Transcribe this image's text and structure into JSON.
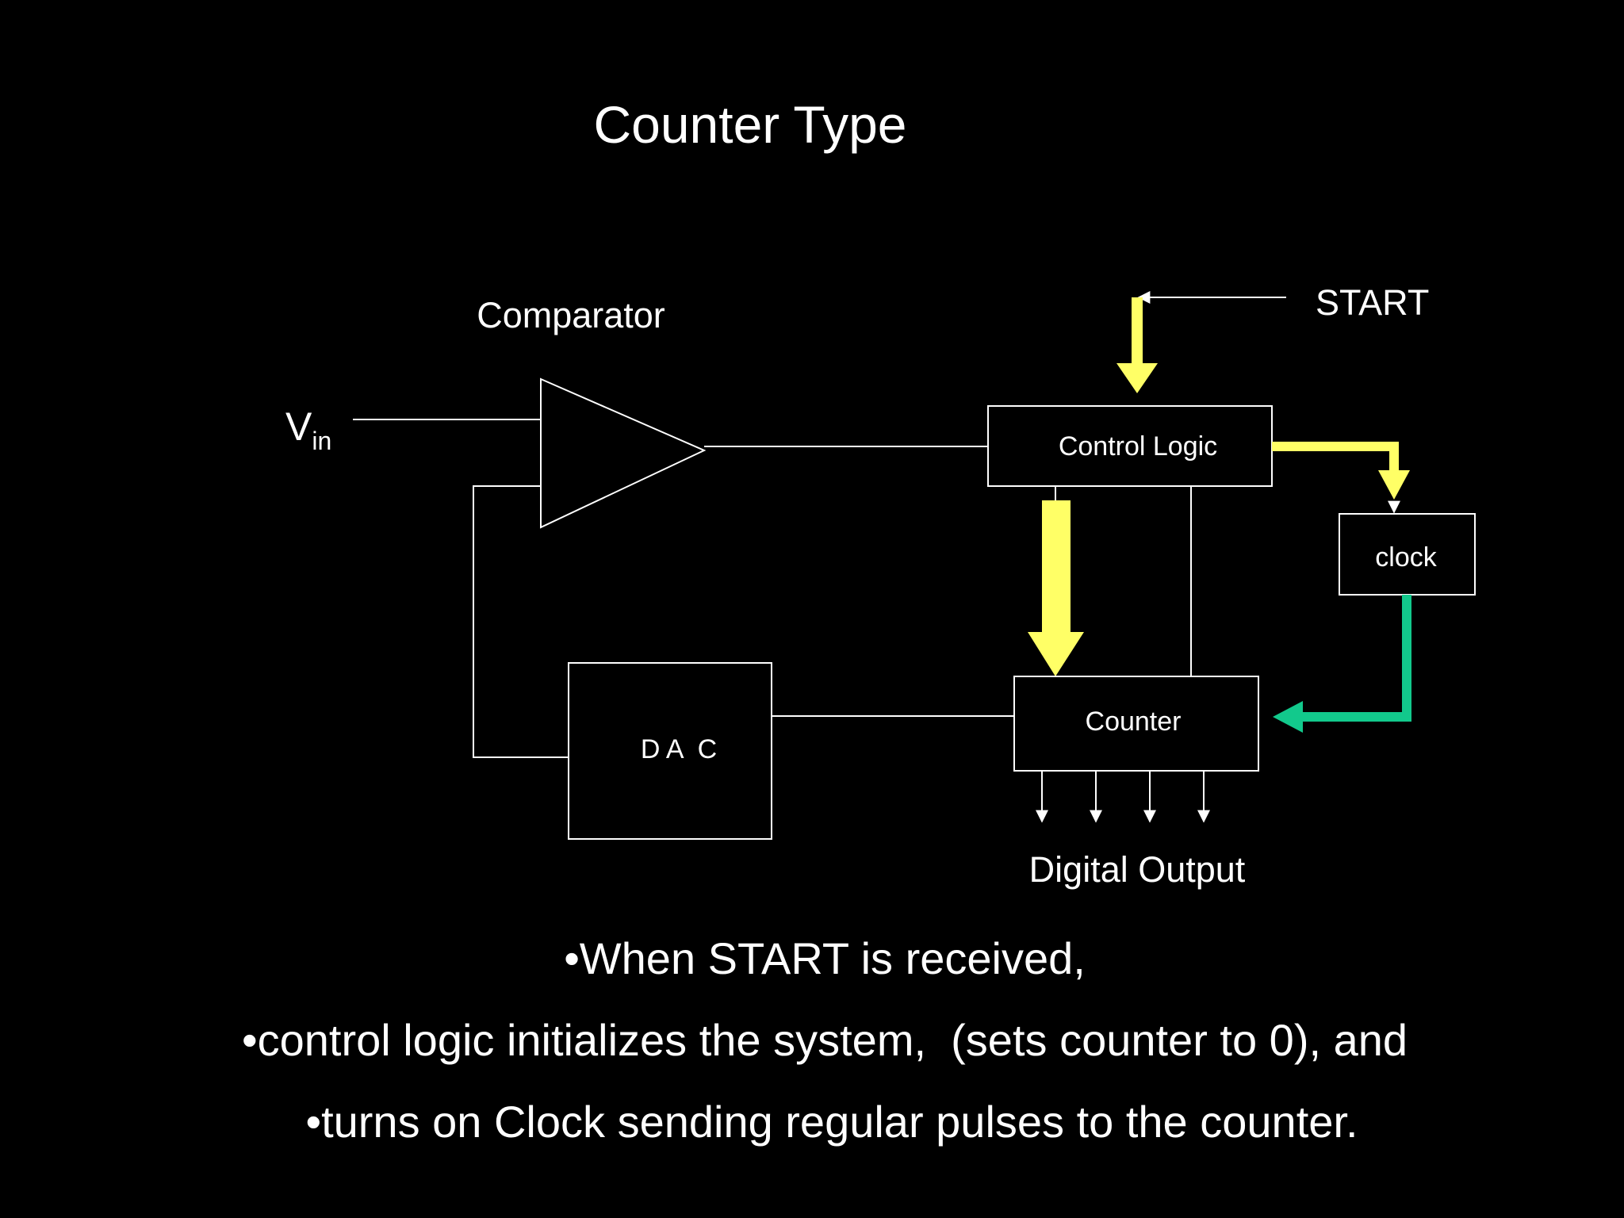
{
  "slide": {
    "title": "Counter Type"
  },
  "diagram": {
    "comparator_label": "Comparator",
    "vin_main": "V",
    "vin_sub": "in",
    "start_label": "START",
    "control_logic_label": "Control Logic",
    "clock_label": "clock",
    "counter_label": "Counter",
    "dac_label": "D A  C",
    "digital_output_label": "Digital Output",
    "colors": {
      "highlight_arrow": "#ffff66",
      "clock_arrow": "#12c98c",
      "lines": "#ffffff",
      "background": "#000000"
    }
  },
  "bullets": [
    "•When START is received,",
    "•control logic initializes the system,  (sets counter to 0), and",
    "•turns on Clock sending regular pulses to the counter."
  ]
}
